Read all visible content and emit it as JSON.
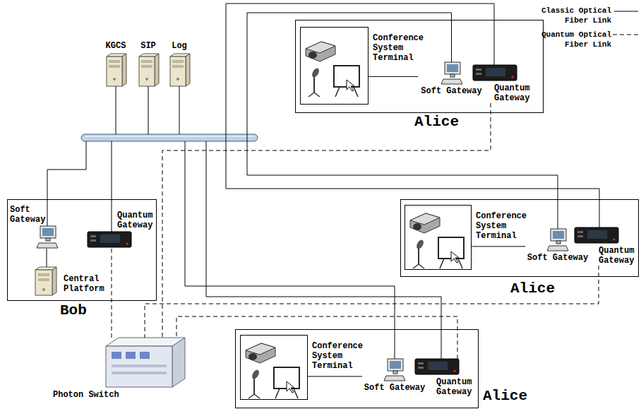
{
  "diagram": {
    "nodes": [
      {
        "text": [
          "Alice"
        ]
      },
      {
        "text": [
          "Conference System Terminal"
        ],
        "in": 0
      },
      {
        "text": [
          "Soft Gateway"
        ],
        "in": 0
      },
      {
        "text": [
          "Quantum Gateway"
        ],
        "in": 0
      },
      {
        "text": [
          "Alice"
        ]
      },
      {
        "text": [
          "Conference System Terminal"
        ],
        "in": 4
      },
      {
        "text": [
          "Soft Gateway"
        ],
        "in": 4
      },
      {
        "text": [
          "Quantum Gateway"
        ],
        "in": 4
      },
      {
        "text": [
          "Alice"
        ]
      },
      {
        "text": [
          "Conference System Terminal"
        ],
        "in": 8
      },
      {
        "text": [
          "Soft Gateway"
        ],
        "in": 8
      },
      {
        "text": [
          "Quantum Gateway"
        ],
        "in": 8
      },
      {
        "text": [
          "Bob"
        ]
      },
      {
        "text": [
          "Soft Gateway"
        ],
        "in": 12
      },
      {
        "text": [
          "Quantum Gateway"
        ],
        "in": 12
      },
      {
        "text": [
          "Central Platform"
        ],
        "in": 12
      },
      {
        "text": [
          "KGCS"
        ]
      },
      {
        "text": [
          "SIP"
        ]
      },
      {
        "text": [
          "Log"
        ]
      },
      {
        "text": [
          "Photon Switch"
        ]
      }
    ],
    "edges": [
      {
        "from": 1,
        "to": 2,
        "arrow": "none"
      },
      {
        "from": 5,
        "to": 6,
        "arrow": "none"
      },
      {
        "from": 9,
        "to": 10,
        "arrow": "none"
      },
      {
        "from": 13,
        "to": 15,
        "arrow": "none"
      },
      {
        "from": 2,
        "to": 6,
        "arrow": "none"
      },
      {
        "from": 3,
        "to": 7,
        "arrow": "none"
      },
      {
        "from": 14,
        "to": 19,
        "arrow": "none"
      },
      {
        "from": 3,
        "to": 19,
        "arrow": "none"
      },
      {
        "from": 7,
        "to": 19,
        "arrow": "none"
      },
      {
        "from": 11,
        "to": 19,
        "arrow": "none"
      }
    ],
    "legend": [
      {
        "text": "Classic Optical Fiber Link"
      },
      {
        "text": "Quantum Optical Fiber Link"
      }
    ]
  }
}
